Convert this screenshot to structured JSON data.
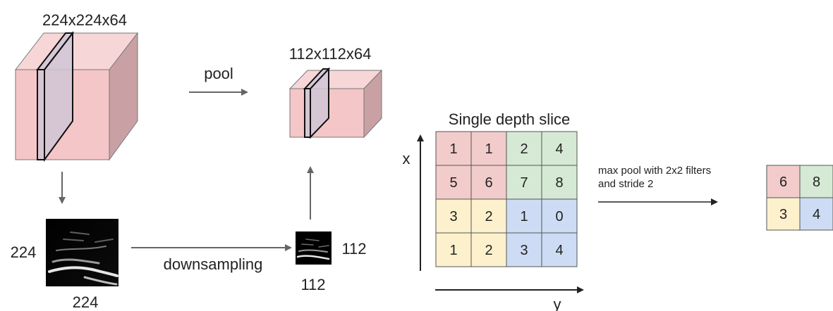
{
  "input_volume": {
    "dims": "224x224x64"
  },
  "pooled_volume": {
    "dims": "112x112x64"
  },
  "pool_label": "pool",
  "downsampling_label": "downsampling",
  "input_image": {
    "height_label": "224",
    "width_label": "224"
  },
  "pooled_image": {
    "height_label": "112",
    "width_label": "112"
  },
  "slice": {
    "title": "Single depth slice",
    "x_axis": "x",
    "y_axis": "y",
    "grid": [
      [
        "1",
        "1",
        "2",
        "4"
      ],
      [
        "5",
        "6",
        "7",
        "8"
      ],
      [
        "3",
        "2",
        "1",
        "0"
      ],
      [
        "1",
        "2",
        "3",
        "4"
      ]
    ]
  },
  "operation_label_line1": "max pool with 2x2 filters",
  "operation_label_line2": "and stride 2",
  "output": {
    "grid": [
      [
        "6",
        "8"
      ],
      [
        "3",
        "4"
      ]
    ]
  },
  "colors": {
    "red": "#f2cbcb",
    "green": "#d6e9d4",
    "yellow": "#fdf1cd",
    "blue": "#cddcf4",
    "cube_front": "#f4c6c7",
    "cube_top": "#f7d6d7",
    "cube_side": "#c9a1a4",
    "slice": "#d0c6d6",
    "arrow": "#666666"
  }
}
